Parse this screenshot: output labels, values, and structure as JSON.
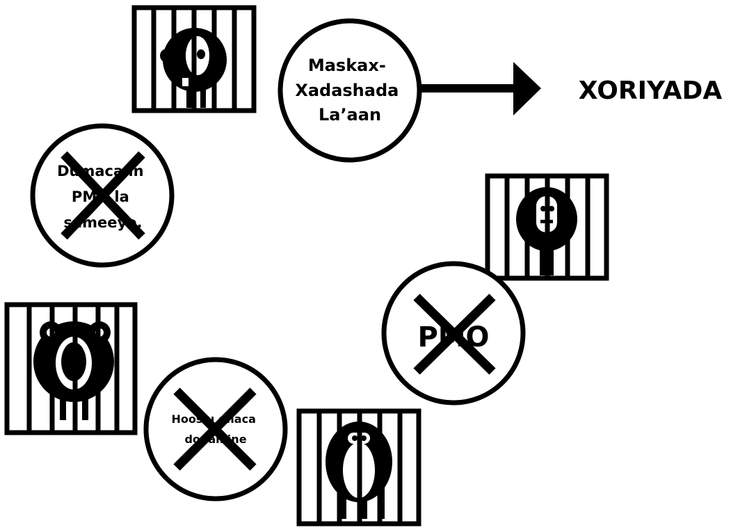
{
  "colors": {
    "ink": "#000000",
    "background": "#ffffff"
  },
  "nodes": {
    "goal": {
      "lines": [
        "Maskax-",
        "Xadashada",
        "La’aan"
      ]
    },
    "result": {
      "label": "XORIYADA"
    },
    "step_top": {
      "lines": [
        "Dumaca in",
        "PMO la",
        "sameeyo."
      ],
      "crossed": true
    },
    "step_right": {
      "label": "PMO",
      "crossed": true
    },
    "step_bottom": {
      "lines": [
        "Hoos u dhaca",
        "dopamine"
      ],
      "crossed": true
    }
  },
  "icons": [
    "caged-monster-top",
    "caged-monster-right",
    "caged-monster-left",
    "caged-monster-bottom"
  ]
}
